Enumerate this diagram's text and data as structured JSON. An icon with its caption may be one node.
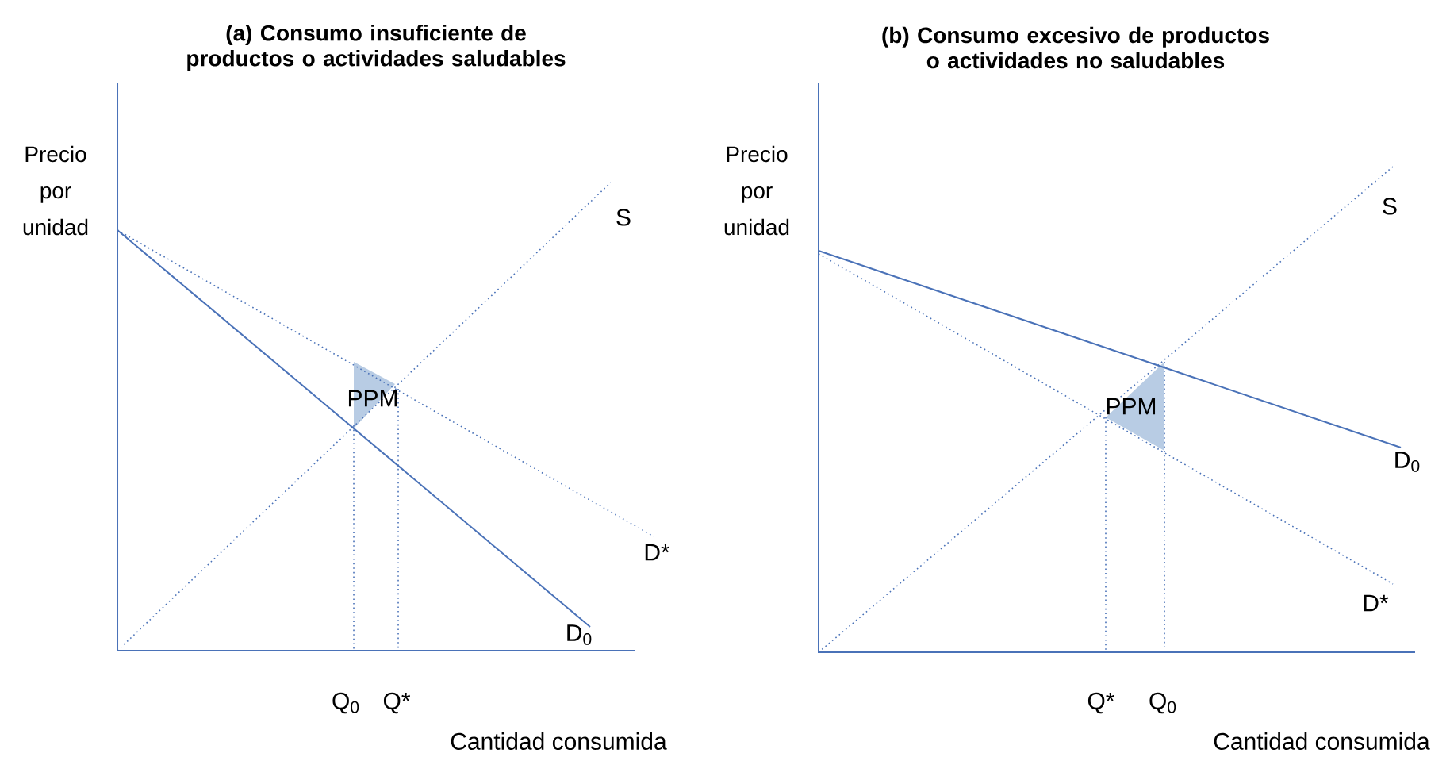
{
  "diagram": {
    "labels": [
      "(a) Consumo insuficiente de productos o actividades saludables",
      "Precio por unidad",
      "S",
      "PPM",
      "D*",
      "D$_{0}$",
      "Q$_{0}$",
      "Q*",
      "Cantidad consumida",
      "(b) Consumo excesivo de productos o actividades no saludables",
      "Precio por unidad",
      "S",
      "PPM",
      "D$_{0}$",
      "D*",
      "Q*",
      "Q$_{0}$",
      "Cantidad consumida"
    ]
  }
}
